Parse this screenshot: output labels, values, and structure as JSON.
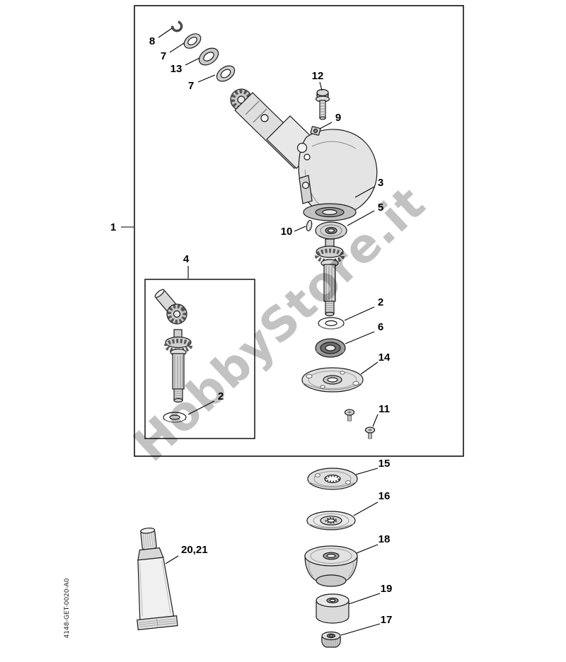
{
  "diagram": {
    "document_code": "4148-GET-0020-A0",
    "watermark": "HobbyStore.it",
    "callouts": {
      "c1": "1",
      "c2a": "2",
      "c2b": "2",
      "c3": "3",
      "c4": "4",
      "c5": "5",
      "c6": "6",
      "c7a": "7",
      "c7b": "7",
      "c8": "8",
      "c9": "9",
      "c10": "10",
      "c11": "11",
      "c12": "12",
      "c13": "13",
      "c14": "14",
      "c15": "15",
      "c16": "16",
      "c17": "17",
      "c18": "18",
      "c19": "19",
      "c20_21": "20,21"
    }
  }
}
